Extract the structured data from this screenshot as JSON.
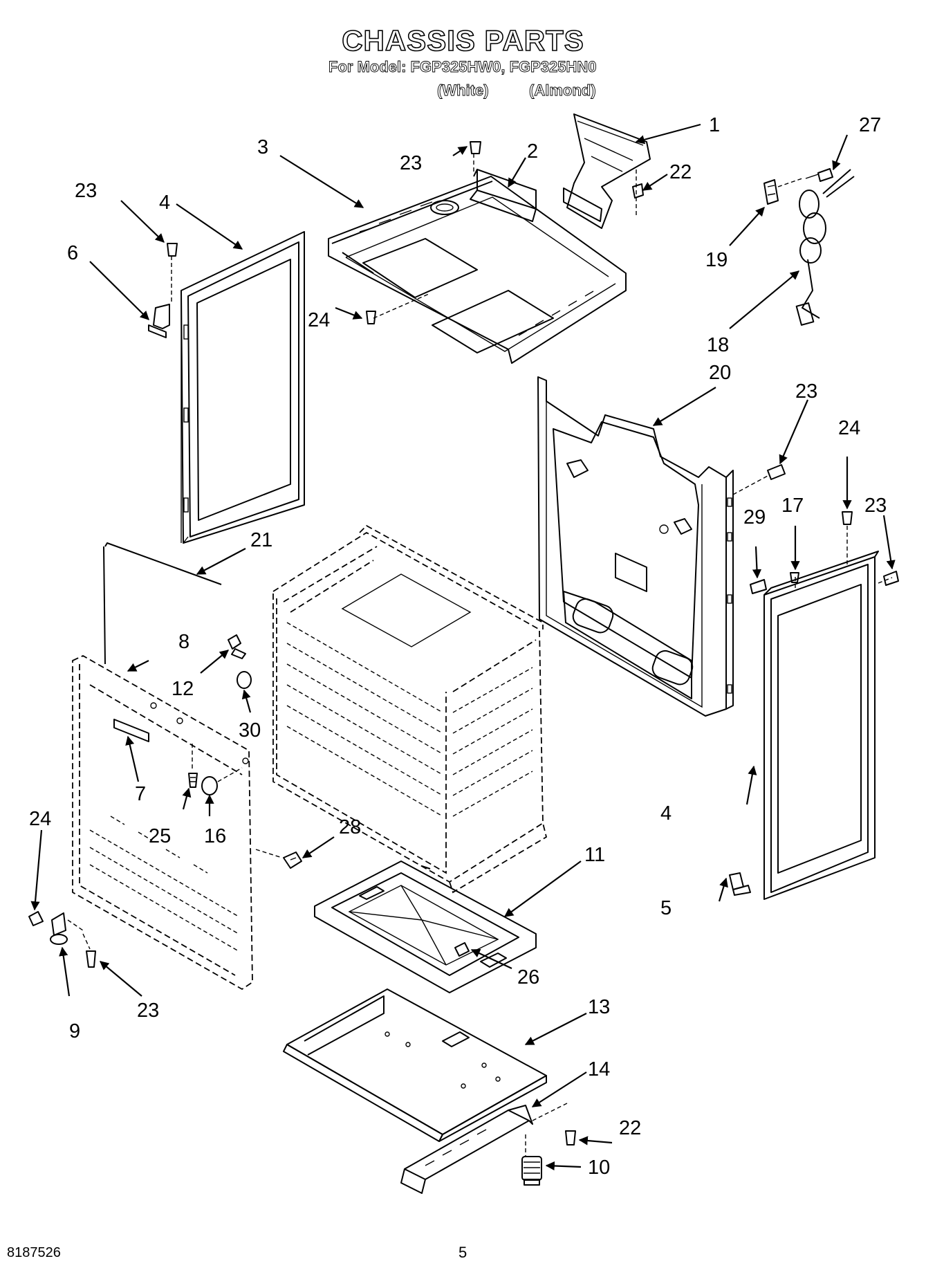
{
  "header": {
    "title": "CHASSIS PARTS",
    "model_line": "For Model: FGP325HW0, FGP325HN0",
    "model_notes": [
      "(White)",
      "(Almond)"
    ]
  },
  "callouts": [
    {
      "id": "c1",
      "label": "1"
    },
    {
      "id": "c2",
      "label": "2"
    },
    {
      "id": "c3",
      "label": "3"
    },
    {
      "id": "c4a",
      "label": "4"
    },
    {
      "id": "c4b",
      "label": "4"
    },
    {
      "id": "c5",
      "label": "5"
    },
    {
      "id": "c6",
      "label": "6"
    },
    {
      "id": "c7",
      "label": "7"
    },
    {
      "id": "c8",
      "label": "8"
    },
    {
      "id": "c9",
      "label": "9"
    },
    {
      "id": "c10",
      "label": "10"
    },
    {
      "id": "c11",
      "label": "11"
    },
    {
      "id": "c12",
      "label": "12"
    },
    {
      "id": "c13",
      "label": "13"
    },
    {
      "id": "c14",
      "label": "14"
    },
    {
      "id": "c16",
      "label": "16"
    },
    {
      "id": "c17",
      "label": "17"
    },
    {
      "id": "c18",
      "label": "18"
    },
    {
      "id": "c19",
      "label": "19"
    },
    {
      "id": "c20",
      "label": "20"
    },
    {
      "id": "c21",
      "label": "21"
    },
    {
      "id": "c22a",
      "label": "22"
    },
    {
      "id": "c22b",
      "label": "22"
    },
    {
      "id": "c23a",
      "label": "23"
    },
    {
      "id": "c23b",
      "label": "23"
    },
    {
      "id": "c23c",
      "label": "23"
    },
    {
      "id": "c23d",
      "label": "23"
    },
    {
      "id": "c23e",
      "label": "23"
    },
    {
      "id": "c24a",
      "label": "24"
    },
    {
      "id": "c24b",
      "label": "24"
    },
    {
      "id": "c24c",
      "label": "24"
    },
    {
      "id": "c25",
      "label": "25"
    },
    {
      "id": "c26",
      "label": "26"
    },
    {
      "id": "c27",
      "label": "27"
    },
    {
      "id": "c28",
      "label": "28"
    },
    {
      "id": "c29",
      "label": "29"
    },
    {
      "id": "c30",
      "label": "30"
    }
  ],
  "footer": {
    "doc_number": "8187526",
    "page_number": "5"
  }
}
